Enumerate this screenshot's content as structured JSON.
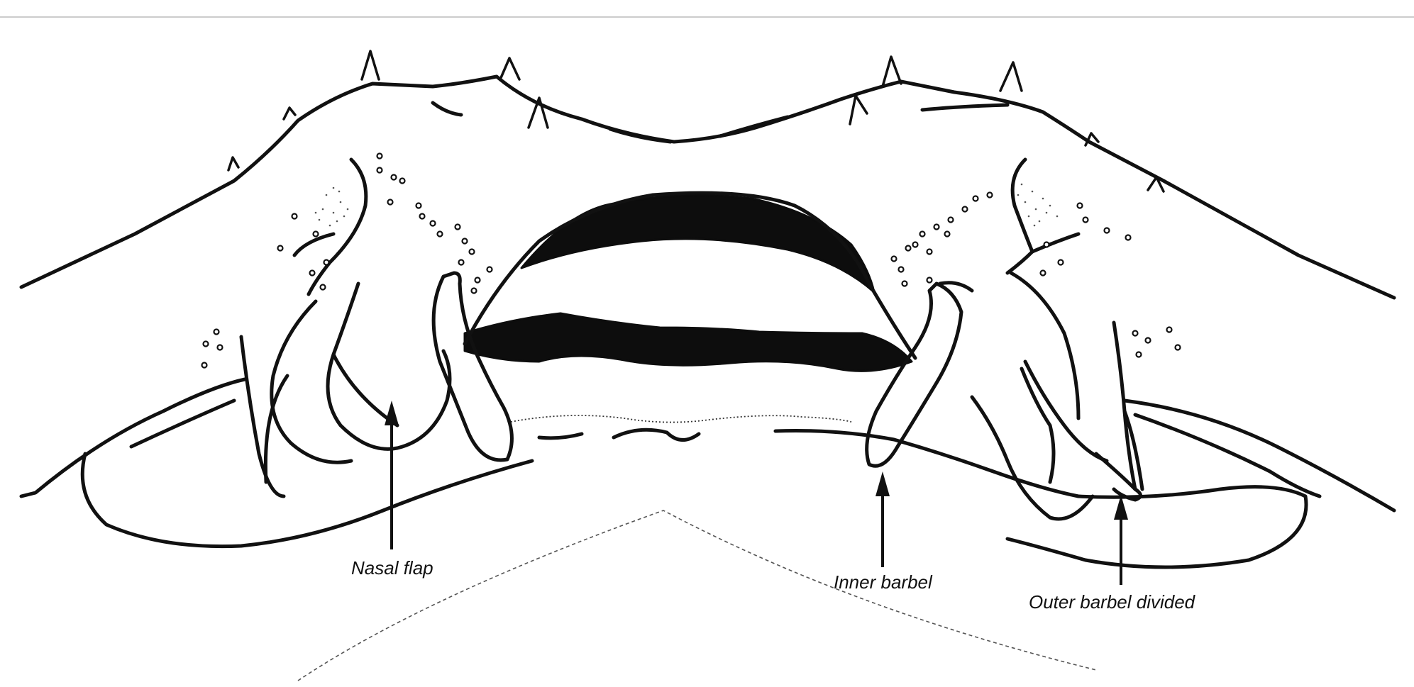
{
  "figure": {
    "labels": {
      "nasal_flap": "Nasal flap",
      "inner_barbel": "Inner barbel",
      "outer_barbel": "Outer barbel divided"
    },
    "colors": {
      "ink": "#111111",
      "background": "#ffffff",
      "rule": "#cccccc"
    },
    "icons": [
      "arrow-up-icon"
    ]
  }
}
